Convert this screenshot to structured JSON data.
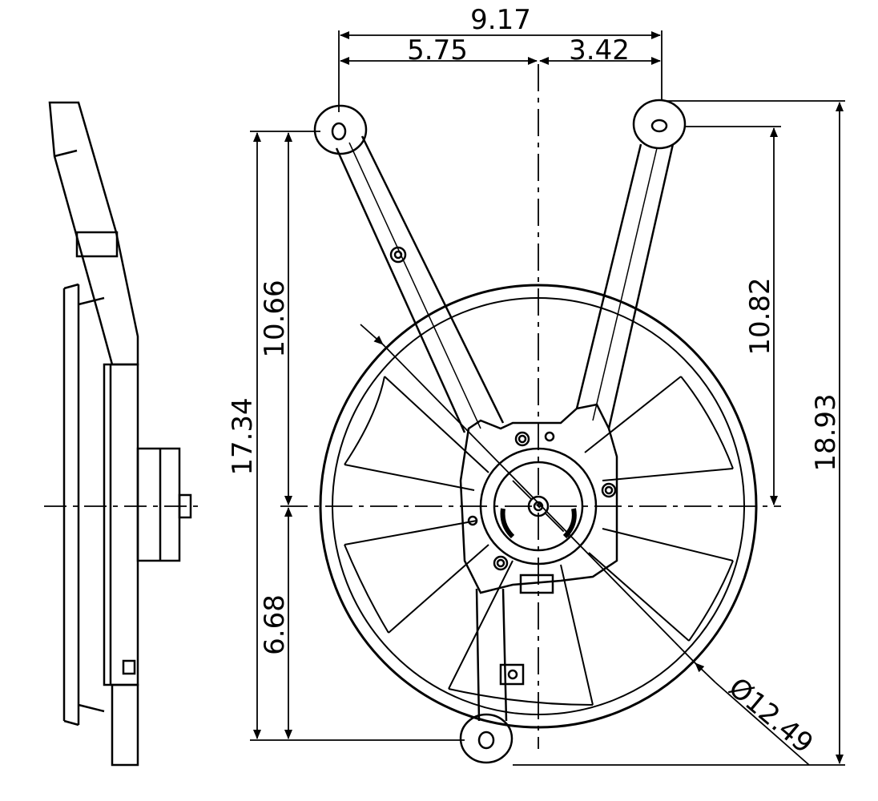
{
  "dimensions": {
    "overall_width": "9.17",
    "left_width": "5.75",
    "right_width": "3.42",
    "overall_height": "17.34",
    "left_upper_height": "10.66",
    "left_lower_height": "6.68",
    "right_upper_height": "10.82",
    "right_overall_height": "18.93",
    "shroud_diameter": "Ø12.49"
  },
  "colors": {
    "line": "#000000",
    "background": "#ffffff"
  }
}
